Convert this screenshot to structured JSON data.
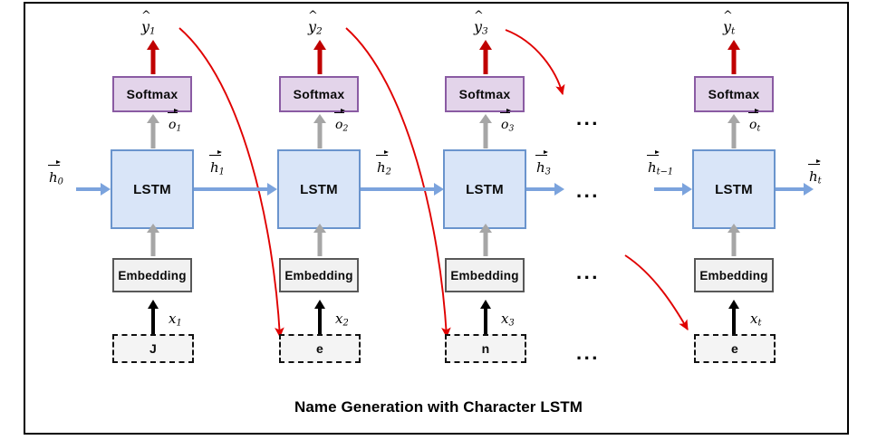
{
  "diagram": {
    "caption": "Name Generation with Character LSTM",
    "colors": {
      "softmax_fill": "#e3d4ea",
      "softmax_border": "#8a5ba3",
      "lstm_fill": "#d9e5f8",
      "lstm_border": "#6a94cd",
      "embedding_fill": "#f1f1f1",
      "embedding_border": "#585858",
      "charbox_fill": "#f4f4f4",
      "charbox_border": "#111111",
      "hidden_arrow": "#7ba3dd",
      "output_arrow": "#a6a6a6",
      "prediction_arrow": "#c00000",
      "input_arrow": "#000000",
      "feedback_arrow": "#c00000",
      "frame": "#000000"
    },
    "block_labels": {
      "softmax": "Softmax",
      "lstm": "LSTM",
      "embedding": "Embedding"
    },
    "ellipsis": "...",
    "initial_hidden": {
      "base": "h",
      "sub": "0"
    },
    "timesteps": [
      {
        "index": "1",
        "prediction": {
          "base": "y",
          "sub": "1"
        },
        "output": {
          "base": "o",
          "sub": "1"
        },
        "hidden_out": {
          "base": "h",
          "sub": "1"
        },
        "input": {
          "base": "x",
          "sub": "1"
        },
        "character": "J"
      },
      {
        "index": "2",
        "prediction": {
          "base": "y",
          "sub": "2"
        },
        "output": {
          "base": "o",
          "sub": "2"
        },
        "hidden_out": {
          "base": "h",
          "sub": "2"
        },
        "input": {
          "base": "x",
          "sub": "2"
        },
        "character": "e"
      },
      {
        "index": "3",
        "prediction": {
          "base": "y",
          "sub": "3"
        },
        "output": {
          "base": "o",
          "sub": "3"
        },
        "hidden_out": {
          "base": "h",
          "sub": "3"
        },
        "input": {
          "base": "x",
          "sub": "3"
        },
        "character": "n"
      },
      {
        "index": "t",
        "prediction": {
          "base": "y",
          "sub": "t"
        },
        "output": {
          "base": "o",
          "sub": "t"
        },
        "hidden_in": {
          "base": "h",
          "sub": "t−1"
        },
        "hidden_out": {
          "base": "h",
          "sub": "t"
        },
        "input": {
          "base": "x",
          "sub": "t"
        },
        "character": "e"
      }
    ]
  }
}
